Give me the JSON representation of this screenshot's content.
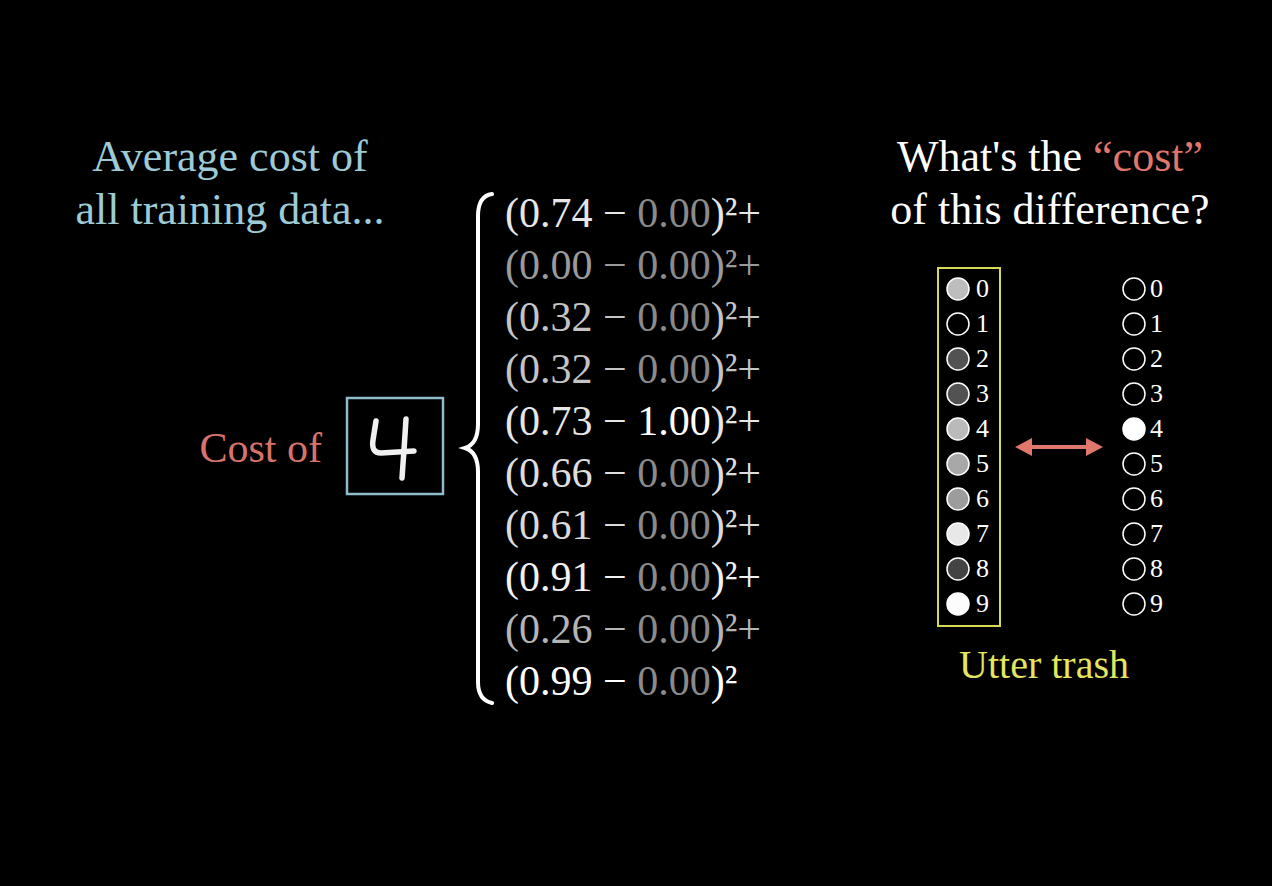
{
  "diagram": {
    "nodes": [
      {
        "text": [
          "0",
          "1",
          "2",
          "3",
          "4",
          "5",
          "6",
          "7",
          "8",
          "9"
        ]
      }
    ],
    "labels": [
      "Average cost of all training data...",
      "What's the",
      "“cost”",
      "of this difference?",
      "(0.74 −",
      "0.00",
      ")²+",
      "(0.00 −",
      "0.00",
      ")²+",
      "(0.32 −",
      "0.00",
      ")²+",
      "(0.32 −",
      "0.00",
      ")²+",
      "(0.73 −",
      "1.00",
      ")²+",
      "(0.66 −",
      "0.00",
      ")²+",
      "(0.61 −",
      "0.00",
      ")²+",
      "(0.91 −",
      "0.00",
      ")²+",
      "(0.26 −",
      "0.00",
      ")²+",
      "(0.99 −",
      "0.00",
      ")²",
      "Cost of",
      "0",
      "1",
      "2",
      "3",
      "4",
      "5",
      "6",
      "7",
      "8",
      "9",
      "Utter trash"
    ]
  }
}
